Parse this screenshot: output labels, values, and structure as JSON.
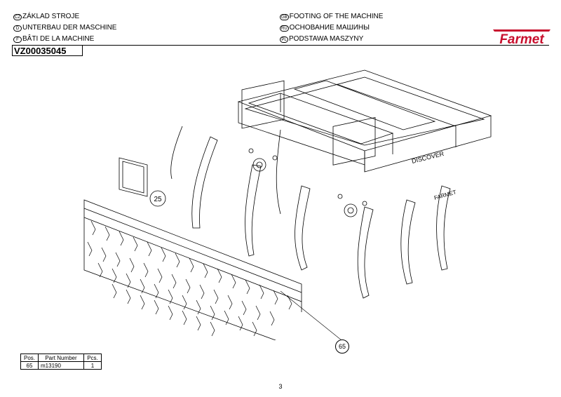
{
  "header": {
    "left": [
      {
        "code": "CZ",
        "text": "ZÁKLAD STROJE"
      },
      {
        "code": "D",
        "text": "UNTERBAU DER MASCHINE"
      },
      {
        "code": "F",
        "text": "BÂTI DE LA MACHINE"
      }
    ],
    "right": [
      {
        "code": "GB",
        "text": "FOOTING OF THE MACHINE"
      },
      {
        "code": "RU",
        "text": "ОСНОВАНИЕ МАШИНЫ"
      },
      {
        "code": "PL",
        "text": "PODSTAWA MASZYNY"
      }
    ],
    "drawing_code": "VZ00035045"
  },
  "logo": {
    "text": "Farmet",
    "color": "#c8102e"
  },
  "drawing": {
    "frame_label": "DISCOVER",
    "side_label": "FARMET",
    "callout": "65",
    "side_number": "25"
  },
  "parts_table": {
    "headers": [
      "Pos.",
      "Part Number",
      "Pcs."
    ],
    "rows": [
      [
        "65",
        "m13190",
        "1"
      ]
    ]
  },
  "page_number": "3"
}
